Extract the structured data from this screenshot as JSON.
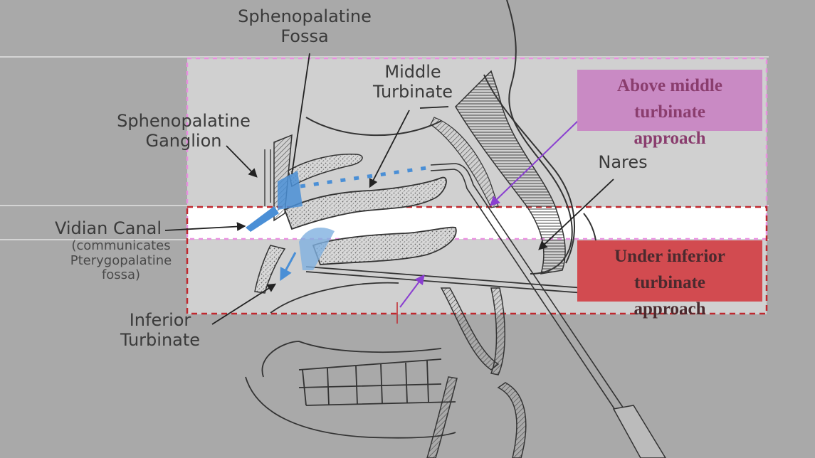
{
  "diagram": {
    "title": "Sphenopalatine ganglion block approaches",
    "labels": {
      "sph_fossa": [
        "Sphenopalatine",
        "Fossa"
      ],
      "sph_ganglion": [
        "Sphenopalatine",
        "Ganglion"
      ],
      "middle_turbinate": [
        "Middle",
        "Turbinate"
      ],
      "nares": "Nares",
      "vidian": "Vidian Canal",
      "vidian_note": [
        "(communicates",
        "Pterygopalatine",
        "fossa)"
      ],
      "inferior_turbinate": [
        "Inferior",
        "Turbinate"
      ]
    },
    "callouts": {
      "above": {
        "lines": [
          "Above middle",
          "turbinate",
          "approach"
        ],
        "box_color": "#c98ac4",
        "text_color": "#8a3d6e"
      },
      "under": {
        "lines": [
          "Under inferior",
          "turbinate",
          "approach"
        ],
        "box_color": "#d24b50",
        "text_color": "#4a2a2e"
      }
    },
    "colors": {
      "background": "#a9a9a9",
      "panel": "#cfcfcf",
      "band": "#ffffff",
      "pink_dash": "#e98fe0",
      "red_dash": "#c0282e",
      "blue": "#4a8fd6",
      "purple_arrow": "#8a3fd0",
      "ink": "#333333"
    }
  }
}
